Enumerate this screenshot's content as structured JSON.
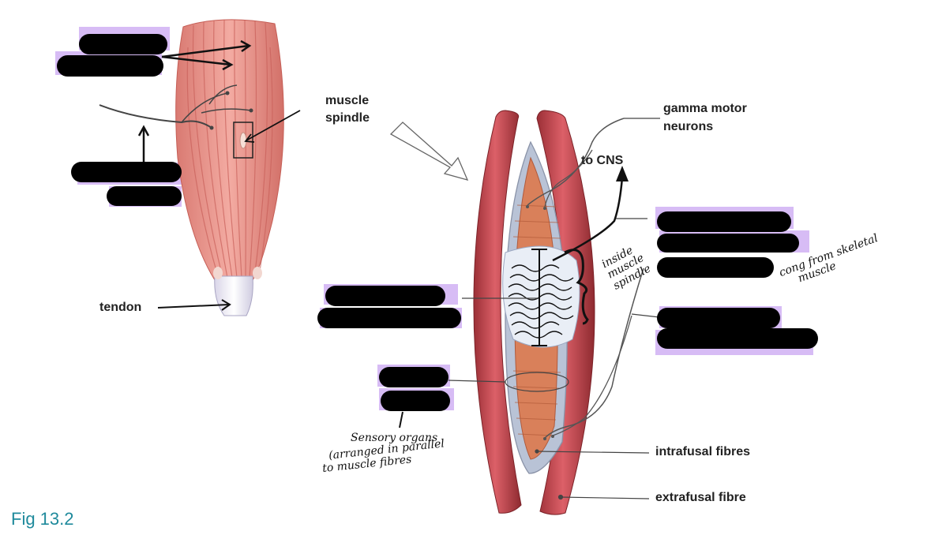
{
  "labels": {
    "muscle": "muscle",
    "spindle": "spindle",
    "gamma": "gamma motor",
    "neurons": "neurons",
    "to_cns": "to CNS",
    "tendon": "tendon",
    "intrafusal": "intrafusal fibres",
    "extrafusal": "extrafusal fibre"
  },
  "figure_caption": "Fig 13.2",
  "handwritten": {
    "inside_spindle": [
      "inside",
      "muscle",
      "spindle"
    ],
    "right_note": [
      "cong from skeletal",
      "muscle"
    ],
    "bottom_note": [
      "Sensory organs",
      "(arranged in parallel",
      "to muscle fibres"
    ]
  },
  "colors": {
    "muscle": "#e8968f",
    "muscle_dark": "#c9605a",
    "extrafusal": "#c24a4e",
    "extrafusal_dark": "#8e2a30",
    "intrafusal": "#d9805a",
    "highlight": "#c9a6f2",
    "caption": "#1f8a9c"
  }
}
